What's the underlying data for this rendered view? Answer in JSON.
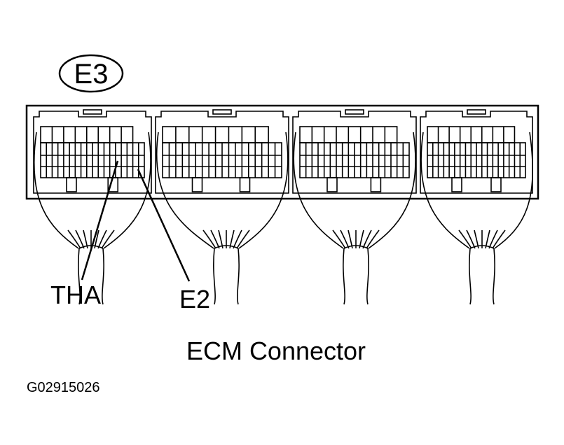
{
  "connector_id": "E3",
  "pin_labels": {
    "tha": "THA",
    "e2": "E2"
  },
  "caption": "ECM Connector",
  "figure_code": "G02915026",
  "colors": {
    "ink": "#000000",
    "background": "#ffffff"
  }
}
